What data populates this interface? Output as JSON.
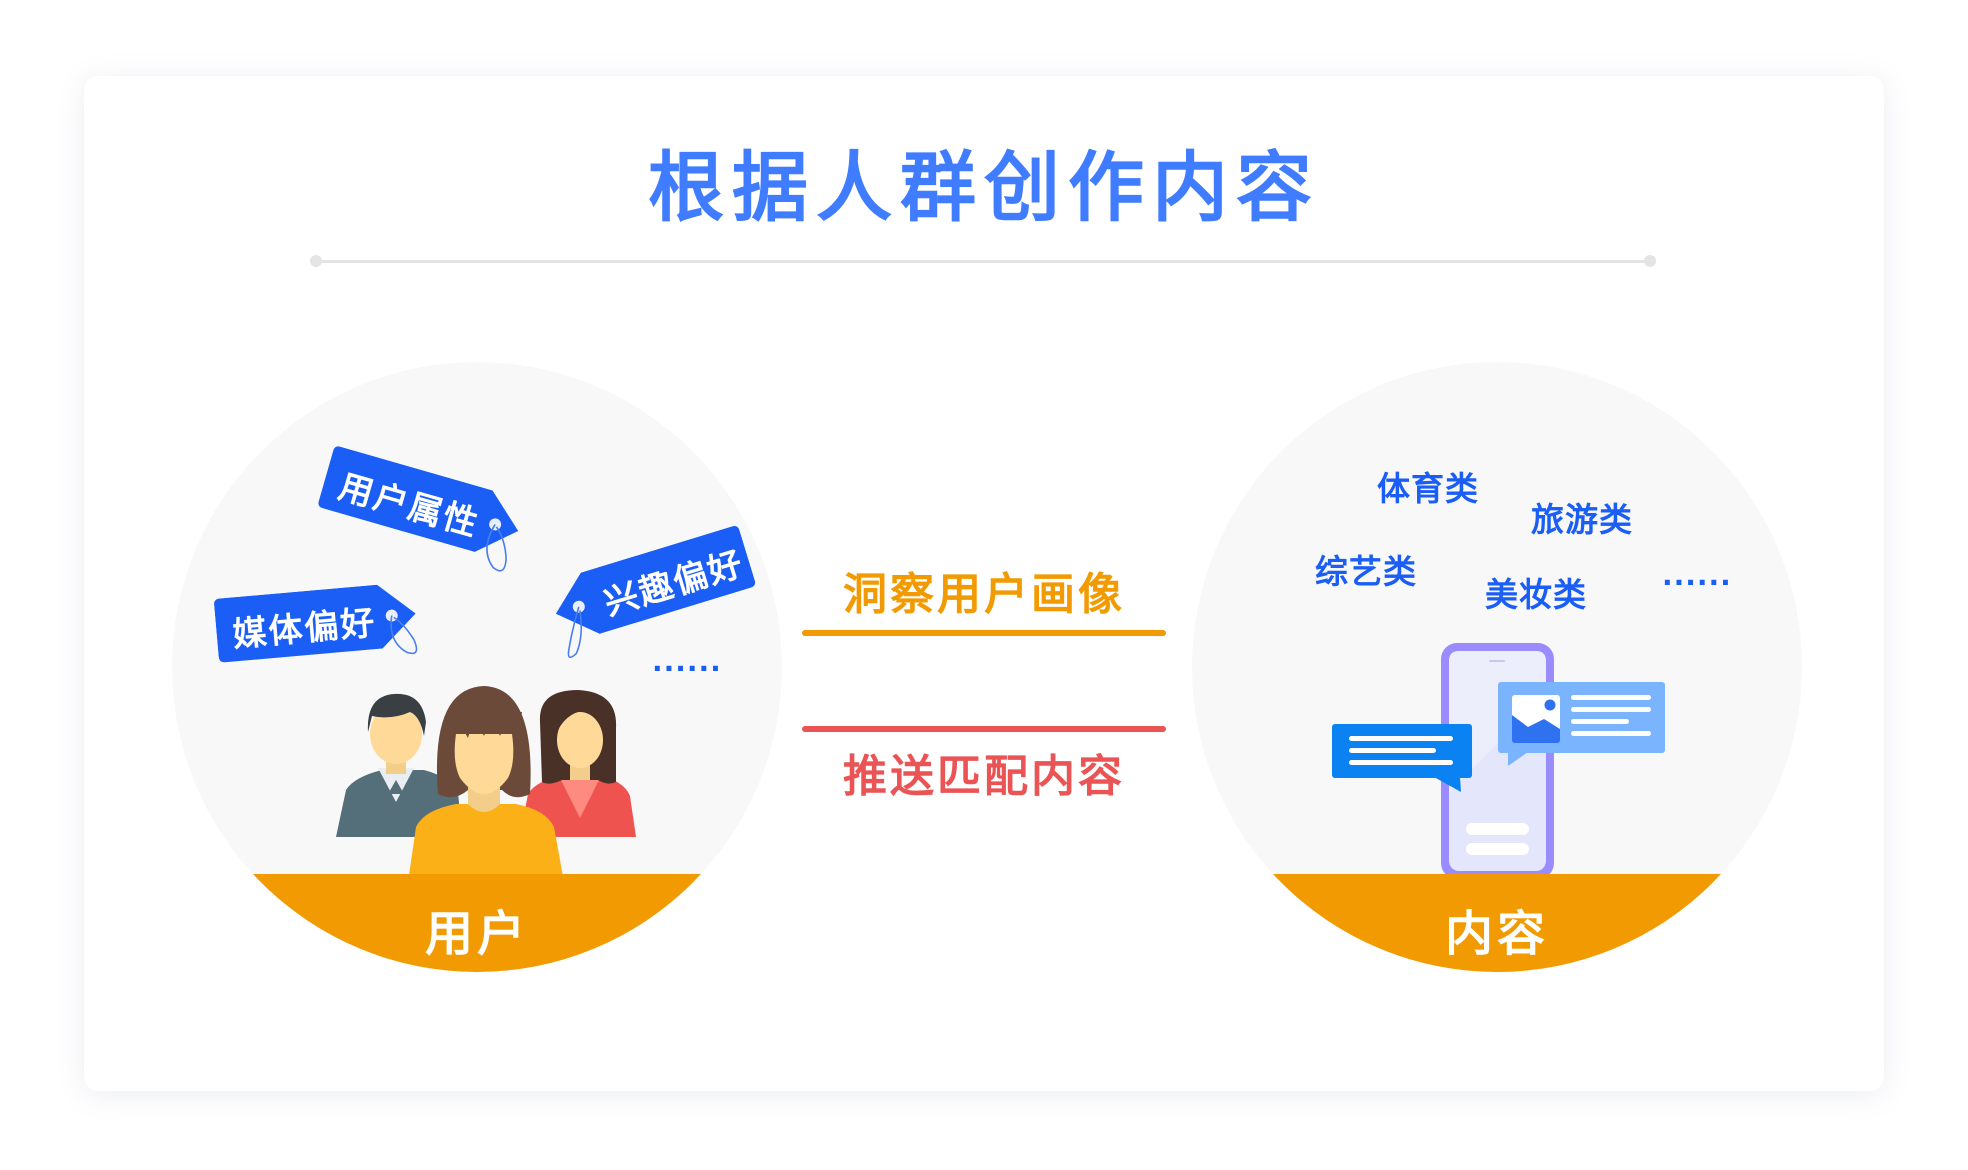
{
  "title": "根据人群创作内容",
  "colors": {
    "title": "#3f7cff",
    "tag": "#1a5ef5",
    "band": "#f29a02",
    "insight": "#f29a02",
    "push": "#ea5455",
    "circle_bg": "#f8f8f9",
    "divider": "#e4e4e4"
  },
  "user_circle": {
    "label": "用户",
    "tags": [
      {
        "label": "用户属性",
        "icon": "price-tag-icon"
      },
      {
        "label": "媒体偏好",
        "icon": "price-tag-icon"
      },
      {
        "label": "兴趣偏好",
        "icon": "price-tag-icon"
      }
    ],
    "ellipsis": "......",
    "illustration": "people-group-icon"
  },
  "middle": {
    "insight_label": "洞察用户画像",
    "push_label": "推送匹配内容"
  },
  "content_circle": {
    "label": "内容",
    "categories": [
      {
        "label": "体育类"
      },
      {
        "label": "旅游类"
      },
      {
        "label": "综艺类"
      },
      {
        "label": "美妆类"
      }
    ],
    "ellipsis": "......",
    "illustration": "phone-with-message-bubbles-icon"
  }
}
